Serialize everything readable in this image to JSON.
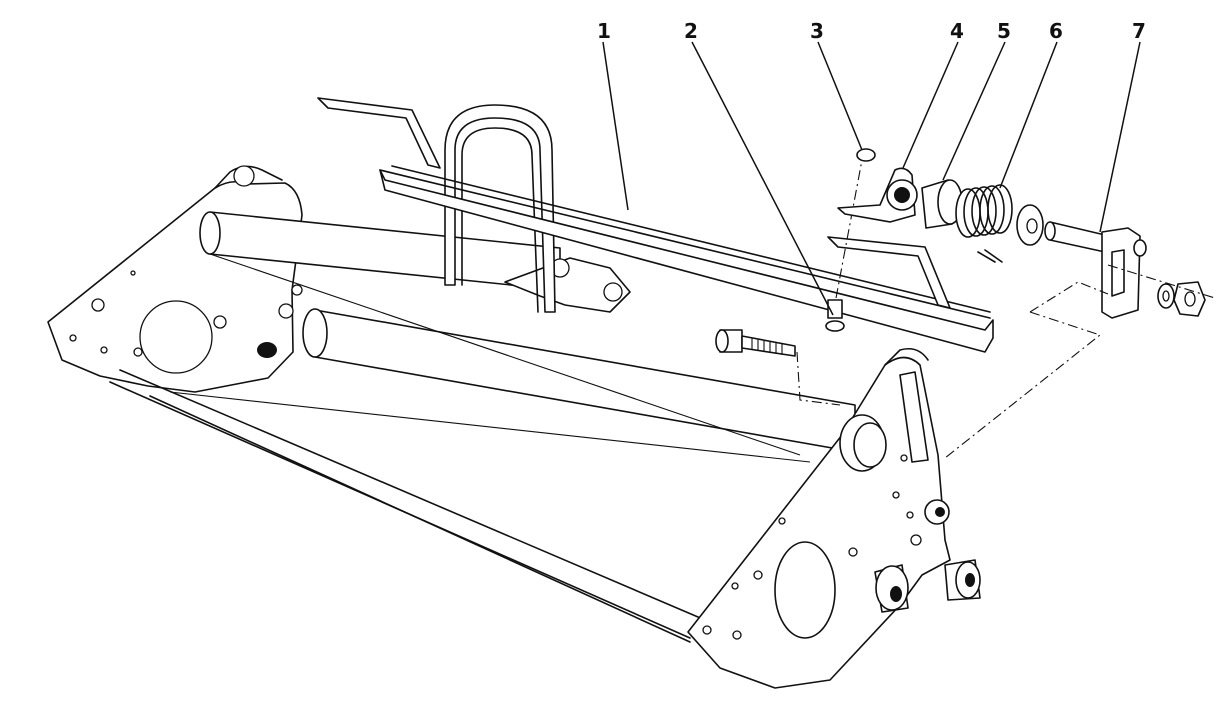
{
  "callouts": [
    {
      "label": "1",
      "part": "reel-frame-bar"
    },
    {
      "label": "2",
      "part": "screw"
    },
    {
      "label": "3",
      "part": "clip"
    },
    {
      "label": "4",
      "part": "bearing-bracket"
    },
    {
      "label": "5",
      "part": "bushing"
    },
    {
      "label": "6",
      "part": "torsion-spring"
    },
    {
      "label": "7",
      "part": "pivot-shaft"
    }
  ]
}
